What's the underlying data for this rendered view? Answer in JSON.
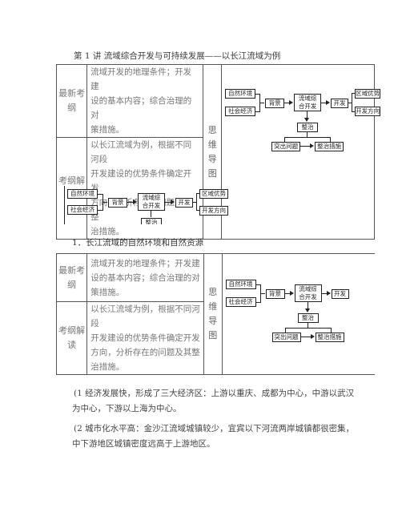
{
  "page_title": "第 1 讲 流域综合开发与可持续发展——以长江流域为例",
  "table1": {
    "row1_label": "最新考纲",
    "row1_lines": [
      "流域开发的地理条件；开发建",
      "设的基本内容；综合治理的对",
      "策措施。"
    ],
    "row2_label": "考纲解读",
    "row2_lines": [
      "以长江流域为例，根据不同河段",
      "开发建设的优势条件确定开发",
      "方向，分析存在的问题及其整",
      "治措施。"
    ],
    "side_label": [
      "思",
      "维",
      "导",
      "图"
    ]
  },
  "diagram": {
    "natural": "自然环境",
    "social": "社会经济",
    "background": "背景",
    "center_l1": "流域综",
    "center_l2": "合开发",
    "develop": "开发",
    "advantage": "区域优势",
    "direction": "开发方向",
    "govern": "整治",
    "problem": "突出问题",
    "measures": "整治措施"
  },
  "section_heading": "1．长江流域的自然环境和自然资源",
  "paragraphs": [
    {
      "l1": "(1 经济发展快，形成了三大经济区：上游以重庆、成都为中心，中游以武汉",
      "l2": "为中心，下游以上海为中心。"
    },
    {
      "l1": "(2 城市化水平高：金沙江流域城镇较少，宜宾以下河流两岸城镇都很密集，",
      "l2": "中下游地区城镇密度远高于上游地区。"
    }
  ]
}
